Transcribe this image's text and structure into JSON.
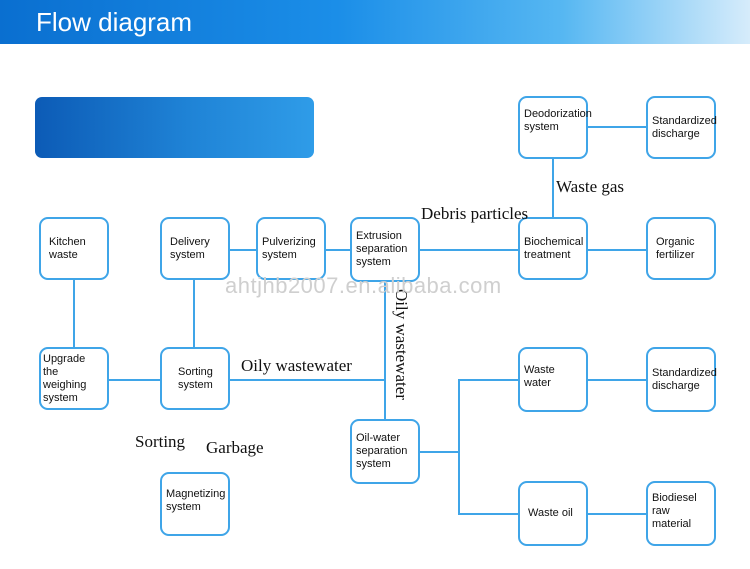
{
  "header": {
    "title": "Flow diagram"
  },
  "nodes": {
    "kitchen_waste": "Kitchen\nwaste",
    "delivery_system": "Delivery\nsystem",
    "pulverizing_system": "Pulverizing\nsystem",
    "extrusion_system": "Extrusion\nseparation\nsystem",
    "biochemical_treatment": "Biochemical\ntreatment",
    "organic_fertilizer": "Organic\nfertilizer",
    "deodorization_system": "Deodorization\nsystem",
    "standardized_discharge_top": "Standardized\ndischarge",
    "upgrade_weighing": "Upgrade\nthe weighing\nsystem",
    "sorting_system": "Sorting\nsystem",
    "oil_water_separation": "Oil-water\nseparation\nsystem",
    "waste_water": "Waste water",
    "standardized_discharge_mid": "Standardized\ndischarge",
    "waste_oil": "Waste oil",
    "biodiesel": "Biodiesel\nraw material",
    "magnetizing_system": "Magnetizing\nsystem"
  },
  "labels": {
    "waste_gas": "Waste gas",
    "debris_particles": "Debris particles",
    "oily_wastewater_h": "Oily wastewater",
    "oily_wastewater_v": "Oily wastewater",
    "sorting": "Sorting",
    "garbage": "Garbage"
  },
  "watermark": "ahtjhb2007.en.alibaba.com",
  "colors": {
    "node_border": "#3fa5e8",
    "connector": "#3fa5e8",
    "header": "#0a6fd0"
  }
}
